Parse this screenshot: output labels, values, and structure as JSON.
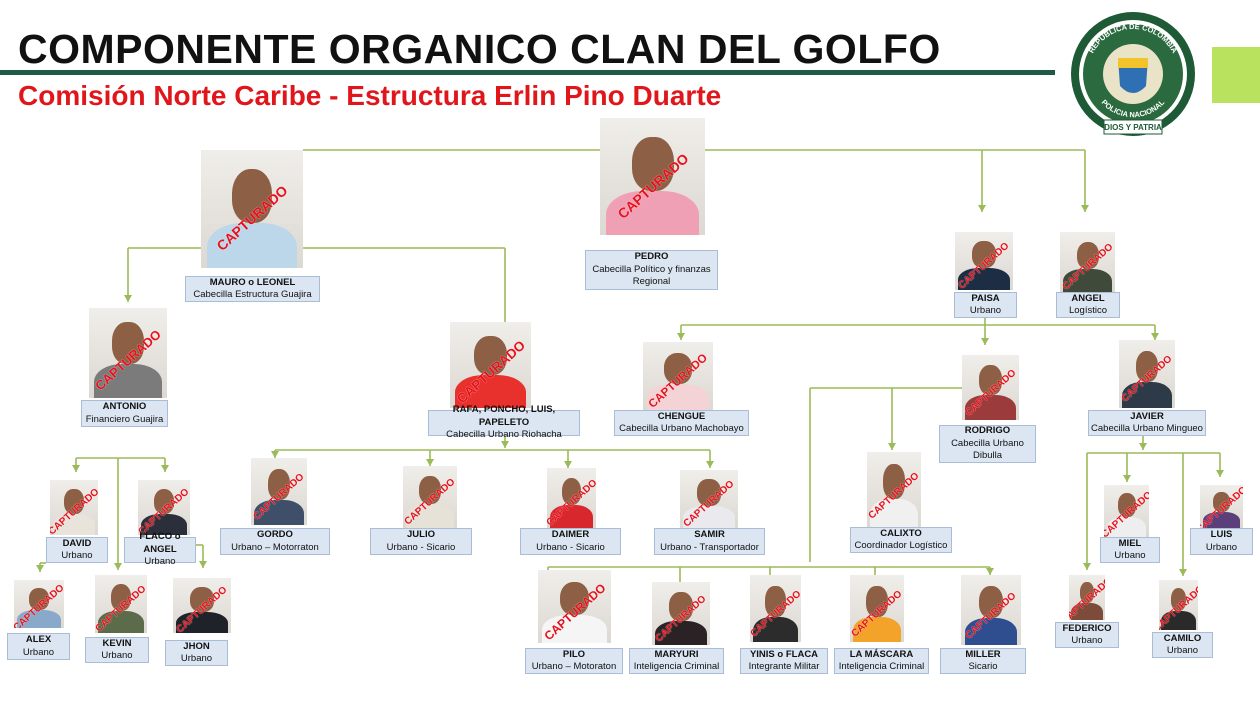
{
  "header": {
    "title": "COMPONENTE ORGANICO CLAN DEL GOLFO",
    "subtitle": "Comisión Norte Caribe - Estructura Erlin Pino Duarte"
  },
  "logo": {
    "top_text": "REPUBLICA DE COLOMBIA",
    "bottom_text": "POLICIA NACIONAL",
    "motto": "DIOS Y PATRIA"
  },
  "colors": {
    "connector": "#9bbb59",
    "stamp": "#e8101a",
    "label_bg": "#dce6f2",
    "subtitle": "#e0161b",
    "accent": "#b9e35f"
  },
  "stamp_text": "CAPTURADO",
  "members": [
    {
      "id": "pedro",
      "name": "PEDRO",
      "role": "Cabecilla Político y finanzas Regional",
      "captured": true
    },
    {
      "id": "mauro",
      "name": "MAURO o LEONEL",
      "role": "Cabecilla Estructura Guajira",
      "captured": true
    },
    {
      "id": "antonio",
      "name": "ANTONIO",
      "role": "Financiero Guajira",
      "captured": true
    },
    {
      "id": "rafa",
      "name": "RAFA, PONCHO, LUIS, PAPELETO",
      "role": "Cabecilla Urbano Riohacha",
      "captured": true
    },
    {
      "id": "chengue",
      "name": "CHENGUE",
      "role": "Cabecilla Urbano Machobayo",
      "captured": true
    },
    {
      "id": "rodrigo",
      "name": "RODRIGO",
      "role": "Cabecilla Urbano Dibulla",
      "captured": true
    },
    {
      "id": "javier",
      "name": "JAVIER",
      "role": "Cabecilla Urbano Mingueo",
      "captured": true
    },
    {
      "id": "paisa",
      "name": "PAISA",
      "role": "Urbano",
      "captured": true
    },
    {
      "id": "angel",
      "name": "ANGEL",
      "role": "Logístico",
      "captured": true
    },
    {
      "id": "david",
      "name": "DAVID",
      "role": "Urbano",
      "captured": true
    },
    {
      "id": "flaco",
      "name": "FLACO o ANGEL",
      "role": "Urbano",
      "captured": true
    },
    {
      "id": "alex",
      "name": "ALEX",
      "role": "Urbano",
      "captured": true
    },
    {
      "id": "kevin",
      "name": "KEVIN",
      "role": "Urbano",
      "captured": true
    },
    {
      "id": "jhon",
      "name": "JHON",
      "role": "Urbano",
      "captured": true
    },
    {
      "id": "gordo",
      "name": "GORDO",
      "role": "Urbano – Motorraton",
      "captured": true
    },
    {
      "id": "julio",
      "name": "JULIO",
      "role": "Urbano - Sicario",
      "captured": true
    },
    {
      "id": "daimer",
      "name": "DAIMER",
      "role": "Urbano - Sicario",
      "captured": true
    },
    {
      "id": "samir",
      "name": "SAMIR",
      "role": "Urbano - Transportador",
      "captured": true
    },
    {
      "id": "calixto",
      "name": "CALIXTO",
      "role": "Coordinador Logístico",
      "captured": true
    },
    {
      "id": "pilo",
      "name": "PILO",
      "role": "Urbano – Motoraton",
      "captured": true
    },
    {
      "id": "maryuri",
      "name": "MARYURI",
      "role": "Inteligencia Criminal",
      "captured": true
    },
    {
      "id": "yinis",
      "name": "YINIS o FLACA",
      "role": "Integrante Militar",
      "captured": true
    },
    {
      "id": "mascara",
      "name": "LA MÁSCARA",
      "role": "Inteligencia Criminal",
      "captured": true
    },
    {
      "id": "miller",
      "name": "MILLER",
      "role": "Sicario",
      "captured": true
    },
    {
      "id": "miel",
      "name": "MIEL",
      "role": "Urbano",
      "captured": true
    },
    {
      "id": "luis",
      "name": "LUIS",
      "role": "Urbano",
      "captured": true
    },
    {
      "id": "federico",
      "name": "FEDERICO",
      "role": "Urbano",
      "captured": true
    },
    {
      "id": "camilo",
      "name": "CAMILO",
      "role": "Urbano",
      "captured": true
    }
  ]
}
